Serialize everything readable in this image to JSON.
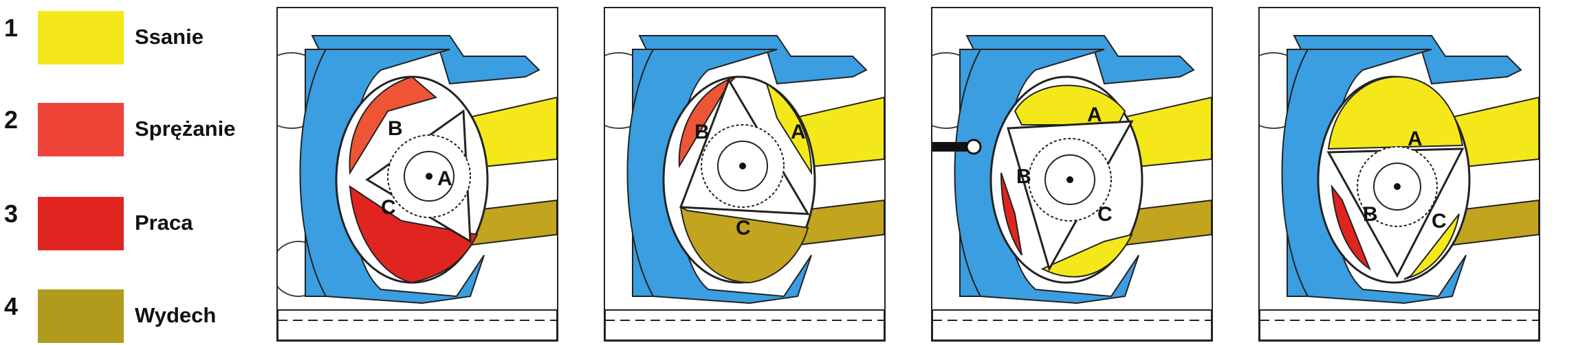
{
  "legend": [
    {
      "number": "1",
      "label": "Ssanie",
      "color": "#f5e81a"
    },
    {
      "number": "2",
      "label": "Sprężanie",
      "color": "#ee4438"
    },
    {
      "number": "3",
      "label": "Praca",
      "color": "#e02520"
    },
    {
      "number": "4",
      "label": "Wydech",
      "color": "#b09b1c"
    }
  ],
  "colors": {
    "housing": "#3a9ee0",
    "intake": "#f5e81a",
    "compression": "#ee5535",
    "power": "#e02520",
    "exhaust": "#c2a41e",
    "outline": "#222222"
  },
  "panels": [
    {
      "labels": {
        "A": "A",
        "B": "B",
        "C": "C"
      }
    },
    {
      "labels": {
        "A": "A",
        "B": "B",
        "C": "C"
      }
    },
    {
      "labels": {
        "A": "A",
        "B": "B",
        "C": "C"
      }
    },
    {
      "labels": {
        "A": "A",
        "B": "B",
        "C": "C"
      }
    }
  ]
}
